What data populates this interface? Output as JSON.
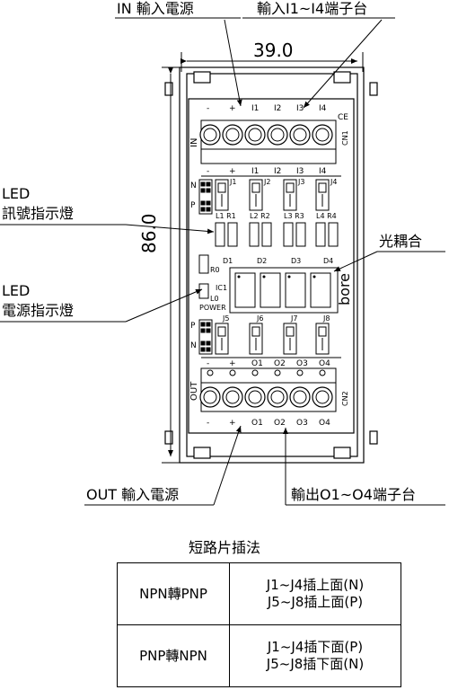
{
  "callouts": {
    "in_power": "IN 輸入電源",
    "input_terminals": "輸入I1~I4端子台",
    "led_signal_1": "LED",
    "led_signal_2": "訊號指示燈",
    "led_power_1": "LED",
    "led_power_2": "電源指示燈",
    "optocoupler": "光耦合",
    "out_power": "OUT 輸入電源",
    "output_terminals": "輸出O1~O4端子台"
  },
  "dimensions": {
    "width": "39.0",
    "height": "86.0"
  },
  "board": {
    "top_terminal_labels": [
      "-",
      "+",
      "I1",
      "I2",
      "I3",
      "I4"
    ],
    "bottom_terminal_labels": [
      "-",
      "+",
      "O1",
      "O2",
      "O3",
      "O4"
    ],
    "cn1": "CN1",
    "cn2": "CN2",
    "side_in": "IN",
    "side_out": "OUT",
    "mark_ce": "CE",
    "input_row_labels": [
      "-",
      "+",
      "I1",
      "I2",
      "I3",
      "I4"
    ],
    "output_row_labels": [
      "-",
      "+",
      "O1",
      "O2",
      "O3",
      "O4"
    ],
    "jumpers_top": [
      "J1",
      "J2",
      "J3",
      "J4"
    ],
    "jumpers_bottom": [
      "J5",
      "J6",
      "J7",
      "J8"
    ],
    "leds": [
      "L1",
      "L2",
      "L3",
      "L4"
    ],
    "resistors": [
      "R1",
      "R2",
      "R3",
      "R4"
    ],
    "diodes": [
      "D1",
      "D2",
      "D3",
      "D4"
    ],
    "np_top": [
      "N",
      "P"
    ],
    "np_bottom": [
      "P",
      "N"
    ],
    "r0": "R0",
    "ic1": "IC1",
    "l0": "L0",
    "power": "POWER",
    "brand": "bore"
  },
  "table": {
    "title": "短路片插法",
    "rows": [
      {
        "mode": "NPN轉PNP",
        "line1": "J1~J4插上面(N)",
        "line2": "J5~J8插上面(P)"
      },
      {
        "mode": "PNP轉NPN",
        "line1": "J1~J4插下面(P)",
        "line2": "J5~J8插下面(N)"
      }
    ]
  }
}
